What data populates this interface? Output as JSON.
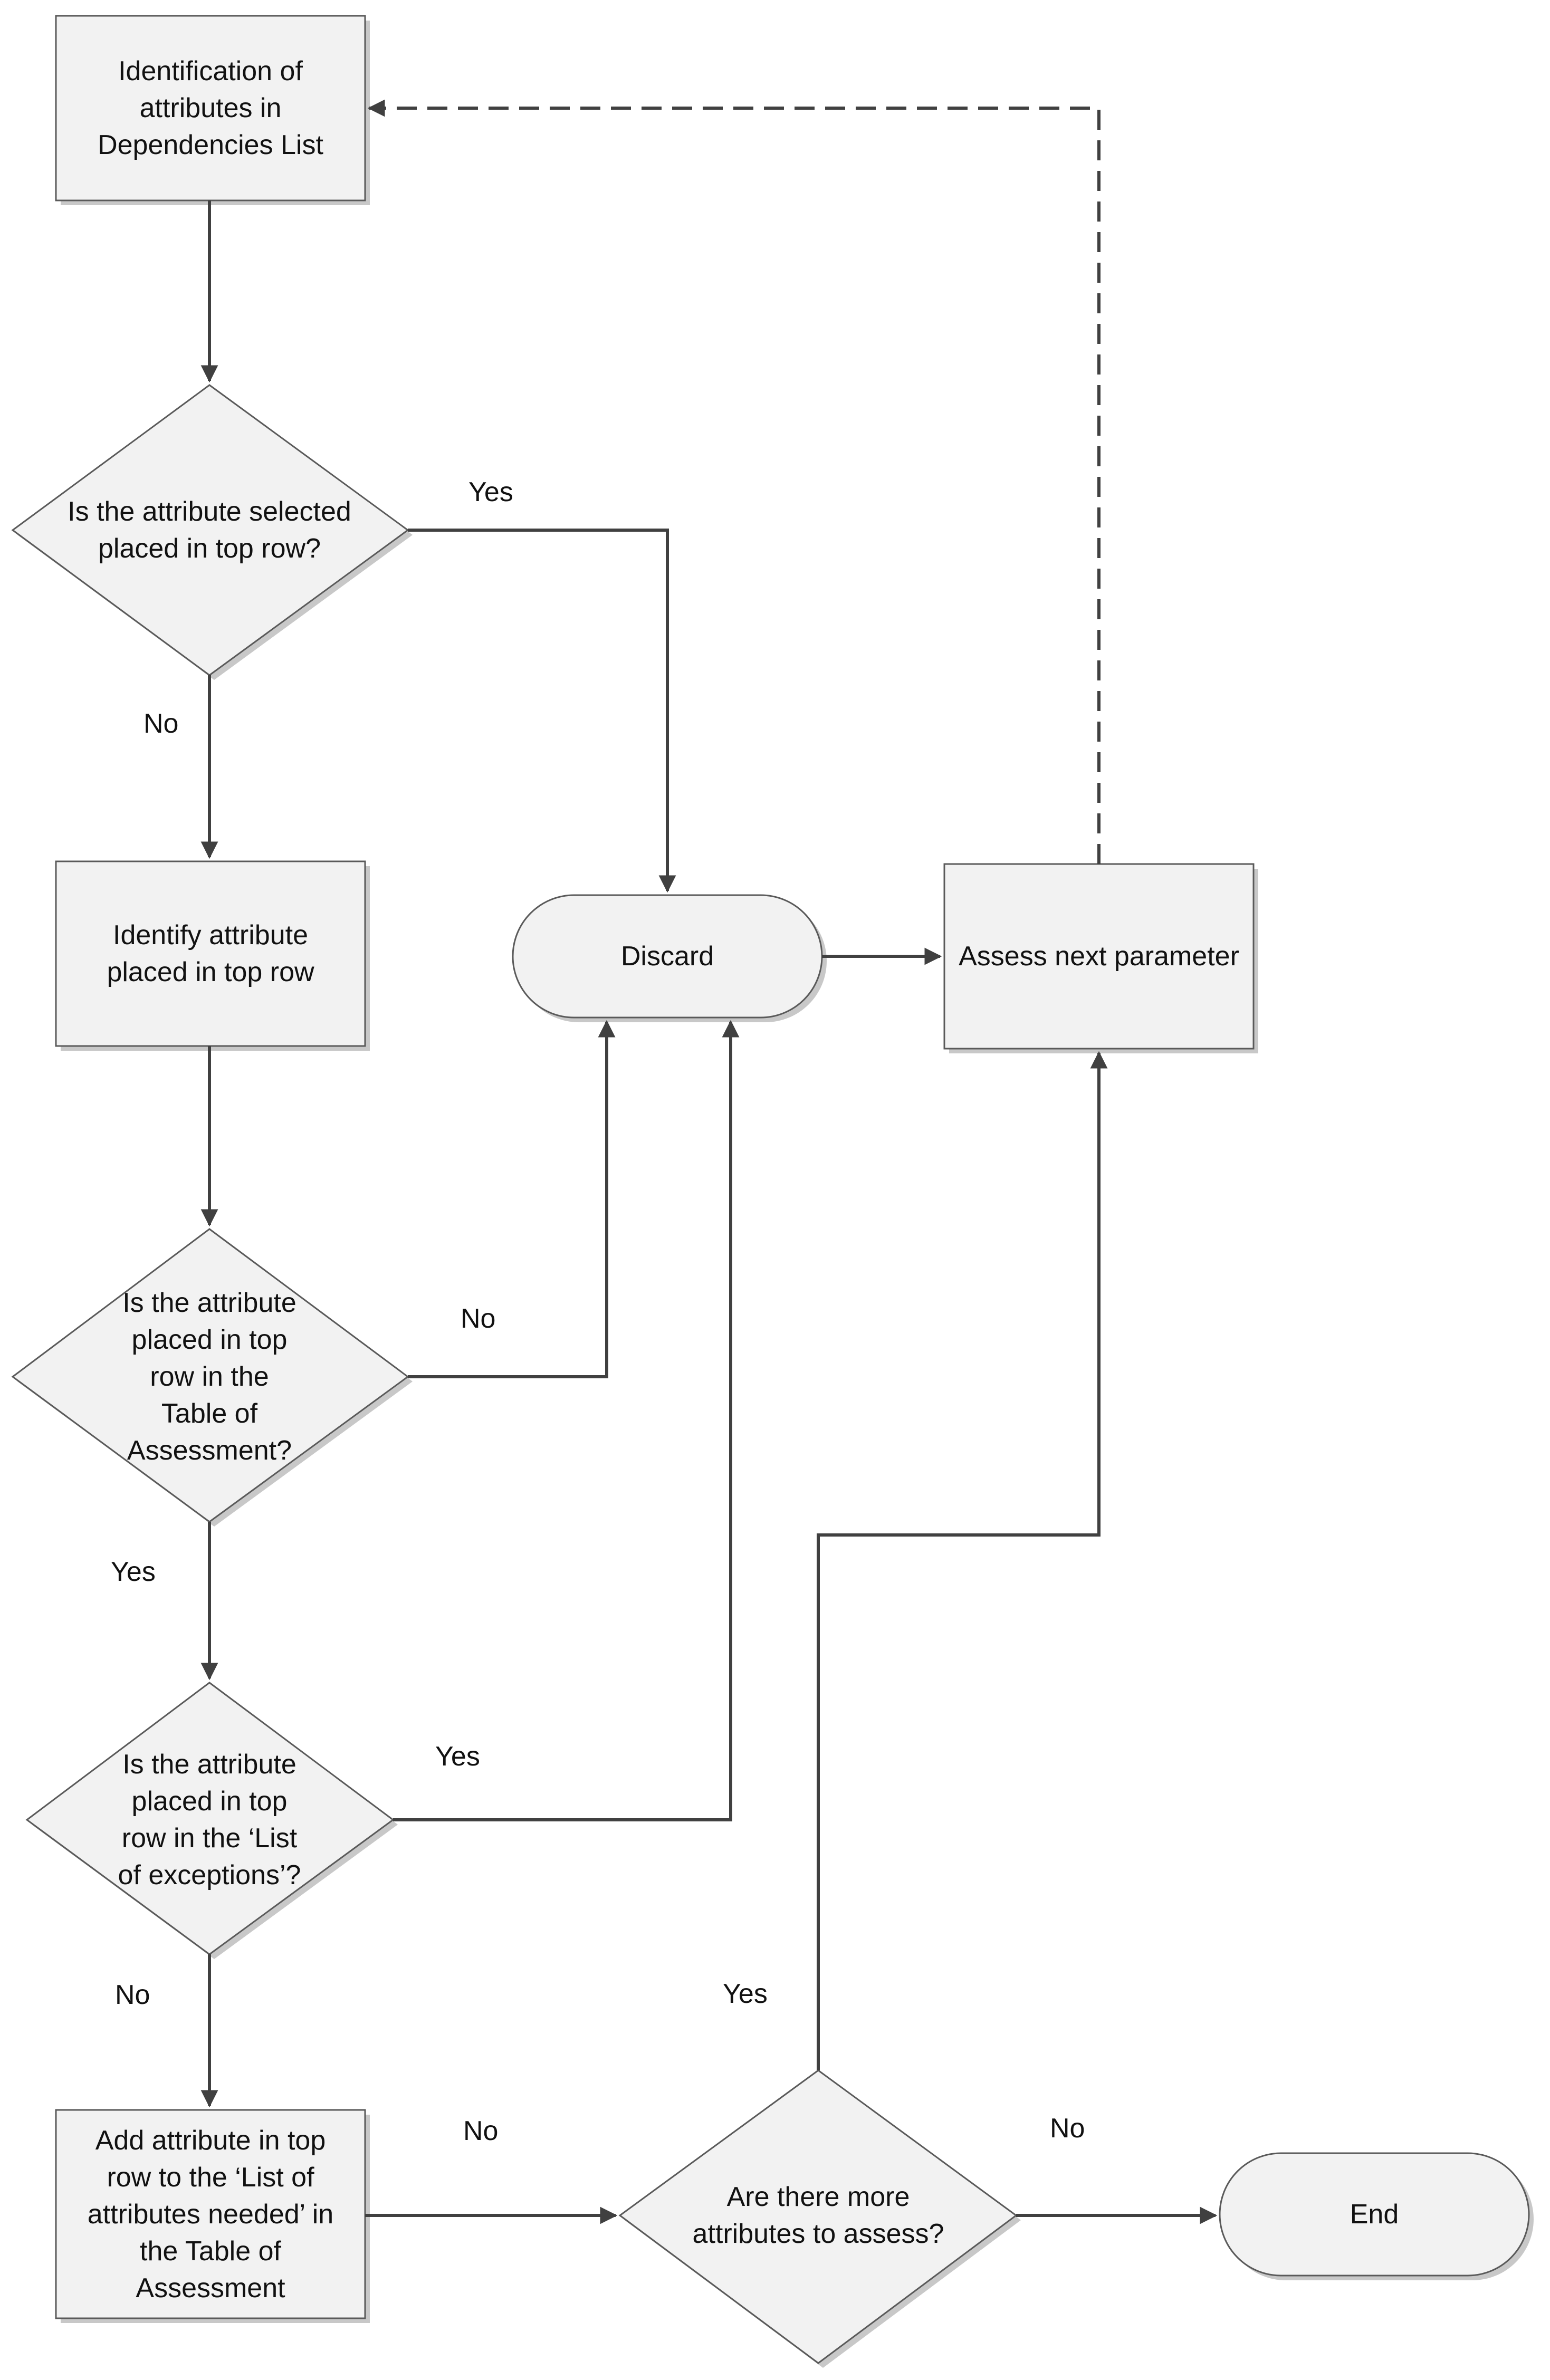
{
  "diagram": {
    "nodes": {
      "identify_attributes": {
        "text": "Identification of\nattributes in\nDependencies List"
      },
      "q_top_row": {
        "text": "Is the attribute selected\nplaced in top row?"
      },
      "identify_top_row": {
        "text": "Identify attribute\nplaced in top row"
      },
      "discard": {
        "text": "Discard"
      },
      "assess_next": {
        "text": "Assess next parameter"
      },
      "q_table": {
        "text": "Is the attribute\nplaced in top\nrow in the\nTable of\nAssessment?"
      },
      "q_exceptions": {
        "text": "Is the attribute\nplaced in top\nrow in the ‘List\nof exceptions’?"
      },
      "add_attribute": {
        "text": "Add attribute in top\nrow to the ‘List of\nattributes needed’ in\nthe Table of\nAssessment"
      },
      "q_more": {
        "text": "Are there more\nattributes to assess?"
      },
      "end": {
        "text": "End"
      }
    },
    "edges": {
      "q_top_row_yes": "Yes",
      "q_top_row_no": "No",
      "q_table_no": "No",
      "q_table_yes": "Yes",
      "q_exceptions_yes": "Yes",
      "q_exceptions_no": "No",
      "add_to_more_no": "No",
      "q_more_yes": "Yes",
      "q_more_no": "No"
    },
    "colors": {
      "node_fill": "#f2f2f2",
      "node_stroke": "#5a5a5a",
      "shadow": "#c8c8c8",
      "edge": "#404040"
    }
  }
}
